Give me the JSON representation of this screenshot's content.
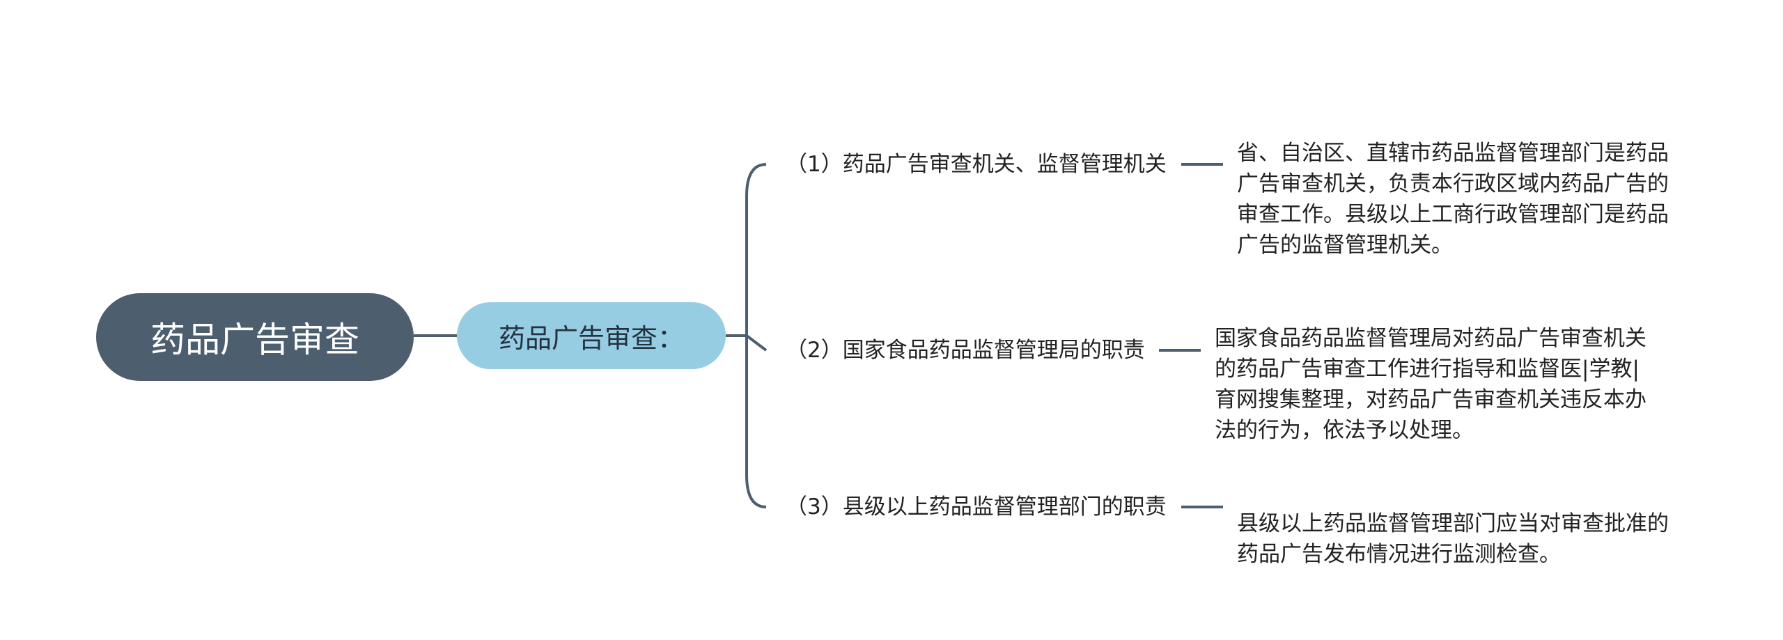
{
  "mindmap": {
    "root": {
      "label": "药品广告审查"
    },
    "sub": {
      "label": "药品广告审查："
    },
    "branches": [
      {
        "label": "（1）药品广告审查机关、监督管理机关",
        "detail": "省、自治区、直辖市药品监督管理部门是药品\n广告审查机关，负责本行政区域内药品广告的\n审查工作。县级以上工商行政管理部门是药品\n广告的监督管理机关。"
      },
      {
        "label": "（2）国家食品药品监督管理局的职责",
        "detail": "国家食品药品监督管理局对药品广告审查机关\n的药品广告审查工作进行指导和监督医|学教|\n育网搜集整理，对药品广告审查机关违反本办\n法的行为，依法予以处理。"
      },
      {
        "label": "（3）县级以上药品监督管理部门的职责",
        "detail": "县级以上药品监督管理部门应当对审查批准的\n药品广告发布情况进行监测检查。"
      }
    ]
  },
  "colors": {
    "root_fill": "#4d5e6e",
    "sub_fill": "#96cde3",
    "connector": "#4d5e6e",
    "text": "#222222"
  }
}
